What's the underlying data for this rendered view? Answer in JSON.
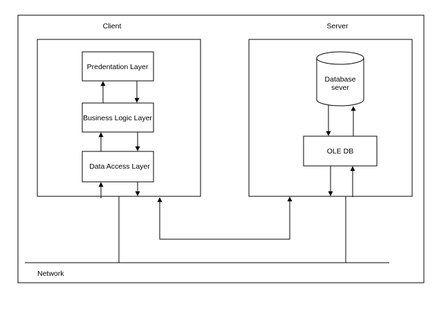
{
  "labels": {
    "client": "Client",
    "server": "Server",
    "network": "Network"
  },
  "client_layers": {
    "presentation": "Predentation Layer",
    "business_logic": "Business Logic Layer",
    "data_access": "Data Access Layer"
  },
  "server_components": {
    "database_line1": "Database",
    "database_line2": "sever",
    "ole_db": "OLE DB"
  },
  "colors": {
    "stroke": "#000000",
    "background": "#ffffff"
  }
}
